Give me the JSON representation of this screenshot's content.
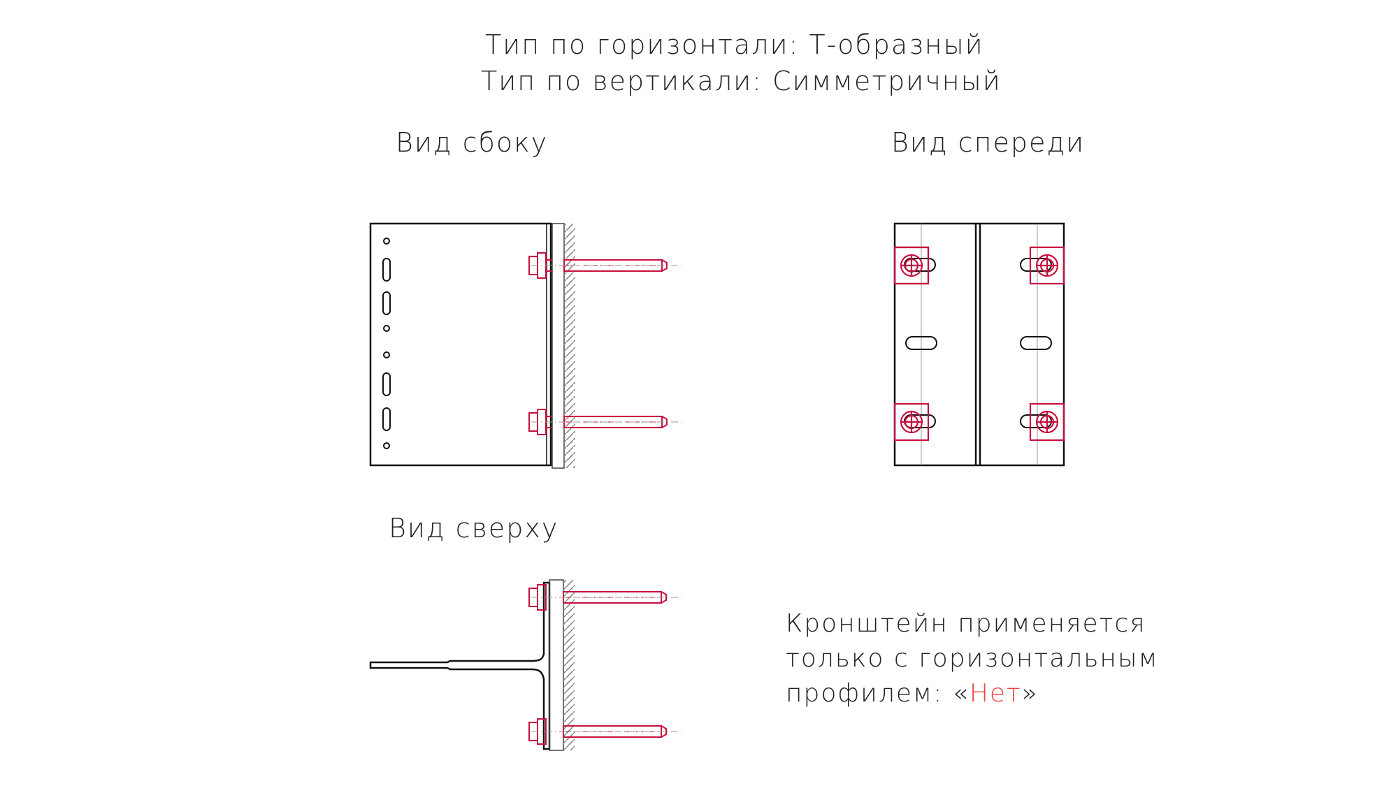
{
  "header": {
    "line1": "Тип по горизонтали: Т-образный",
    "line2": "Тип по вертикали: Симметричный"
  },
  "views": {
    "side": "Вид сбоку",
    "front": "Вид спереди",
    "top": "Вид сверху"
  },
  "note": {
    "line1": "Кронштейн применяется",
    "line2": "только с горизонтальным",
    "line3_prefix": "профилем: «",
    "line3_value": "Нет",
    "line3_suffix": "»"
  },
  "colors": {
    "line": "#111111",
    "fastener": "#c8103e",
    "accent": "#ef4444",
    "hatch": "#888888",
    "center": "#999999"
  }
}
